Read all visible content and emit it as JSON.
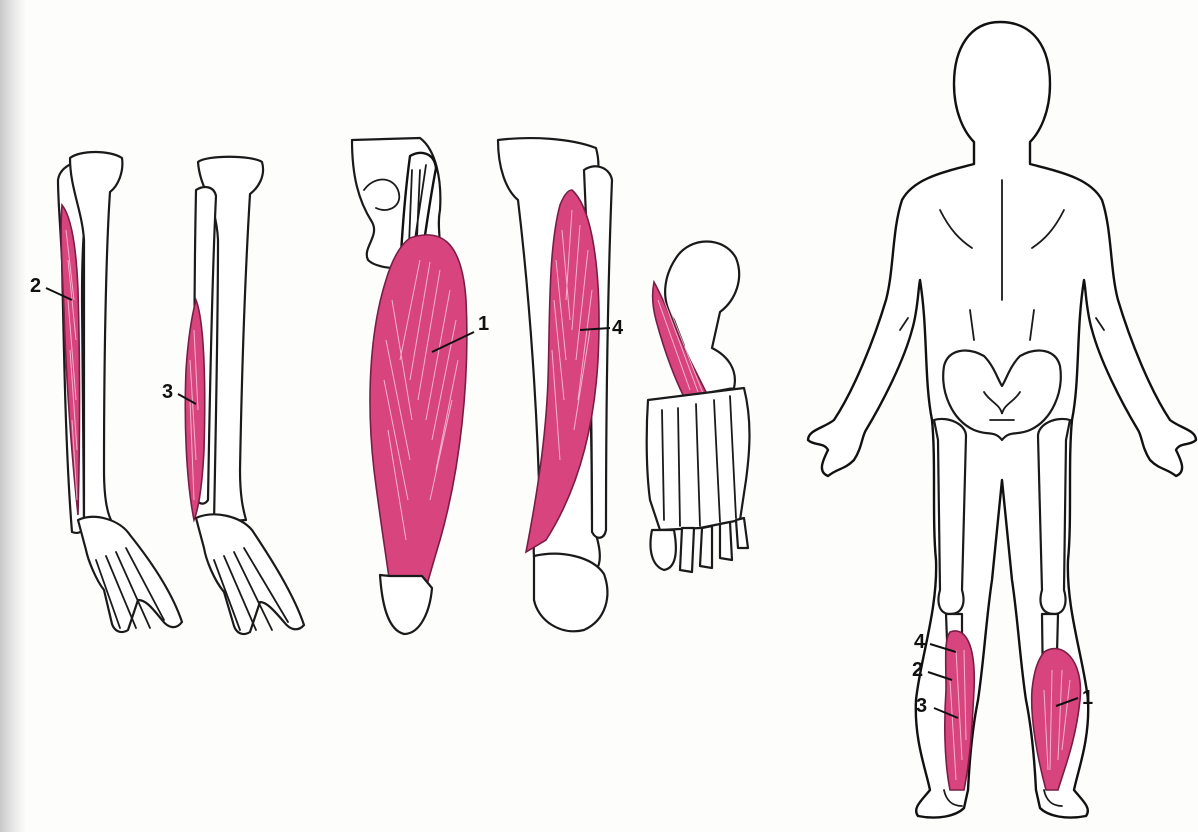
{
  "figure": {
    "labels": {
      "gastrocnemius_left": "2",
      "gastrocnemius_medial": "3",
      "soleus": "1",
      "tibialis_posterior": "4",
      "body_4": "4",
      "body_2": "2",
      "body_3": "3",
      "body_1": "1"
    },
    "captions": {
      "left": "",
      "center": ""
    }
  },
  "colors": {
    "muscle": "#d8457e",
    "muscle_dark": "#7a1d44",
    "outline": "#111111",
    "background": "#fdfdfc"
  }
}
